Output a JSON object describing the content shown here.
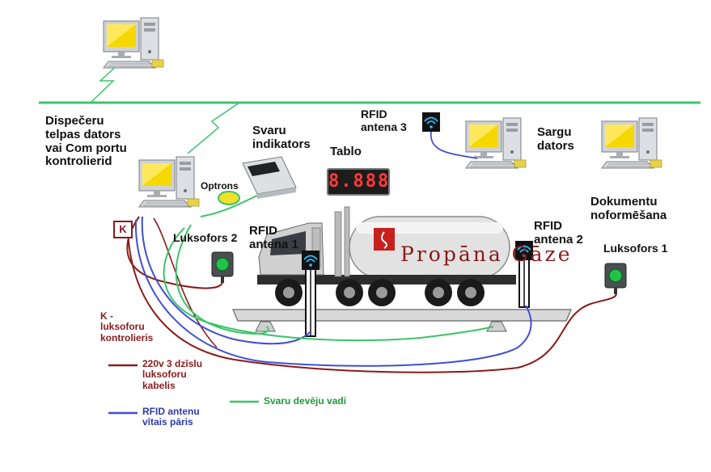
{
  "labels": {
    "dispatcher": [
      "Dispečeru",
      "telpas dators",
      "vai Com portu",
      "kontrolierid"
    ],
    "scale_indicator": [
      "Svaru",
      "indikators"
    ],
    "optron": "Optrons",
    "tablo_title": "Tablo",
    "tablo_value": "8.888",
    "rfid_antenna_3": [
      "RFID",
      "antena 3"
    ],
    "guard_computer": [
      "Sargu",
      "dators"
    ],
    "documents": [
      "Dokumentu",
      "noformēšana"
    ],
    "rfid_antenna_1": [
      "RFID",
      "antena 1"
    ],
    "rfid_antenna_2": [
      "RFID",
      "antena 2"
    ],
    "traffic_light_2": "Luksofors 2",
    "traffic_light_1": "Luksofors 1",
    "k_box": "K",
    "tank_brand": "Propāna Gāze"
  },
  "legend": {
    "controller": [
      "K -",
      "luksoforu",
      "kontrolieris"
    ],
    "red_cable": [
      "220v 3 dzīslu",
      "luksoforu",
      "kabelis"
    ],
    "blue_cable": [
      "RFID antenu",
      "vītais pāris"
    ],
    "green_cable": "Svaru devēju vadi"
  },
  "colors": {
    "network": "#3cc46a",
    "red_cable": "#8b1a1a",
    "blue_cable": "#3f4fd6",
    "green_cable": "#3cc46a",
    "screen": "#f5d800",
    "tank": "#e2e2e2"
  },
  "icons": [
    "desktop-computer-icon",
    "scale-indicator-icon",
    "digital-display-icon",
    "rfid-antenna-icon",
    "traffic-light-icon",
    "truck-icon",
    "weighbridge-icon"
  ]
}
